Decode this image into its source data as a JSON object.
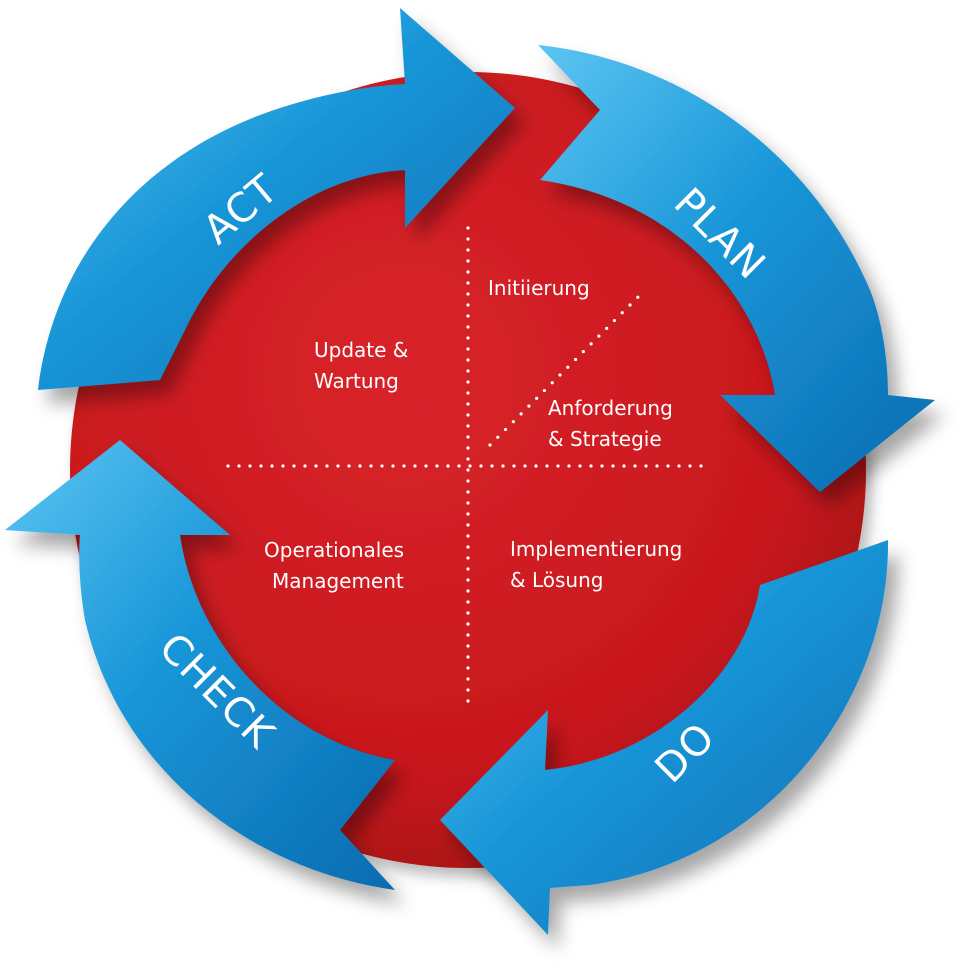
{
  "colors": {
    "arrow_fill": "#1896d8",
    "arrow_highlight": "#5cc5f2",
    "arrow_shade": "#0b6bb0",
    "center_fill": "#c8181d",
    "center_dark": "#9e0f14",
    "text": "#ffffff"
  },
  "cycle": {
    "act": "ACT",
    "plan": "PLAN",
    "do": "DO",
    "check": "CHECK"
  },
  "quadrants": {
    "initiierung": "Initiierung",
    "anforderung": [
      "Anforderung",
      "& Strategie"
    ],
    "update": [
      "Update &",
      "Wartung"
    ],
    "operationales": [
      "Operationales",
      "Management"
    ],
    "implementierung": [
      "Implementierung",
      "& Lösung"
    ]
  }
}
